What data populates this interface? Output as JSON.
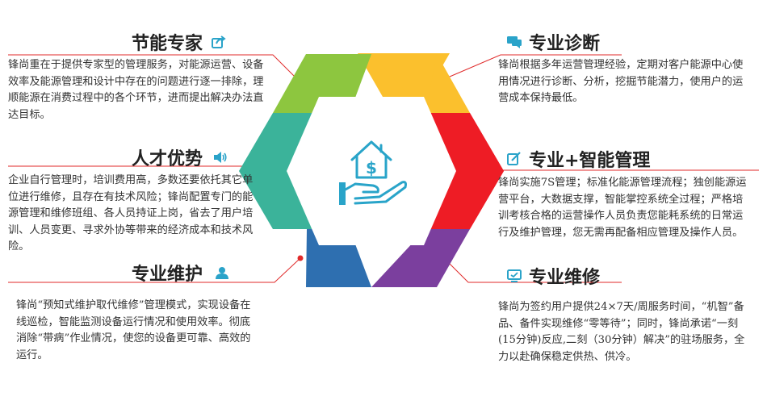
{
  "blocks": {
    "expert": {
      "title": "节能专家",
      "icon": "share-icon",
      "text": "锋尚重在于提供专家型的管理服务，对能源运营、设备效率及能源管理和设计中存在的问题进行逐一排除，理顺能源在消费过程中的各个环节，进而提出解决办法直达目标。"
    },
    "talent": {
      "title": "人才优势",
      "icon": "speaker-icon",
      "text": "企业自行管理时，培训费用高，多数还要依托其它单位进行维修，且存在有技术风险；锋尚配置专门的能源管理和维修班组、各人员持证上岗，省去了用户培训、人员变更、寻求外协等带来的经济成本和技术风险。"
    },
    "maintenance": {
      "title": "专业维护",
      "icon": "user-icon",
      "text": "锋尚“预知式维护取代维修”管理模式，实现设备在线巡检，智能监测设备运行情况和使用效率。彻底消除“带病”作业情况，使您的设备更可靠、高效的运行。"
    },
    "diagnosis": {
      "title": "专业诊断",
      "icon": "chat-icon",
      "text": "锋尚根据多年运营管理经验，定期对客户能源中心使用情况进行诊断、分析，挖掘节能潜力，使用户的运营成本保持最低。"
    },
    "smart": {
      "title": "专业+智能管理",
      "icon": "edit-icon",
      "text": "锋尚实施7S管理；标准化能源管理流程；独创能源运营平台，大数据支撑，智能掌控系统全过程；严格培训考核合格的运营操作人员负责您能耗系统的日常运行及维护管理，您无需再配备相应管理及操作人员。"
    },
    "repair": {
      "title": "专业维修",
      "icon": "screen-icon",
      "text": "锋尚为签约用户提供24×7天/周服务时间，“机智”备品、备件实现维修“零等待”；同时，锋尚承诺“一刻(15分钟)反应,二刻（30分钟）解决”的驻场服务，全力以赴确保稳定供热、供冷。"
    }
  },
  "colors": {
    "top": "#fbc02d",
    "upper_right": "#ee1c25",
    "lower_right": "#7b3f9e",
    "bottom": "#2e6fb0",
    "lower_left": "#2f8fc4",
    "upper_left": "#3bb39a",
    "top_left": "#8dc63f",
    "connector": "#e02a2a",
    "icon_blue": "#2aa3c9",
    "center_icon": "#29a4c9"
  },
  "center_icon": "house-money-hand-icon"
}
